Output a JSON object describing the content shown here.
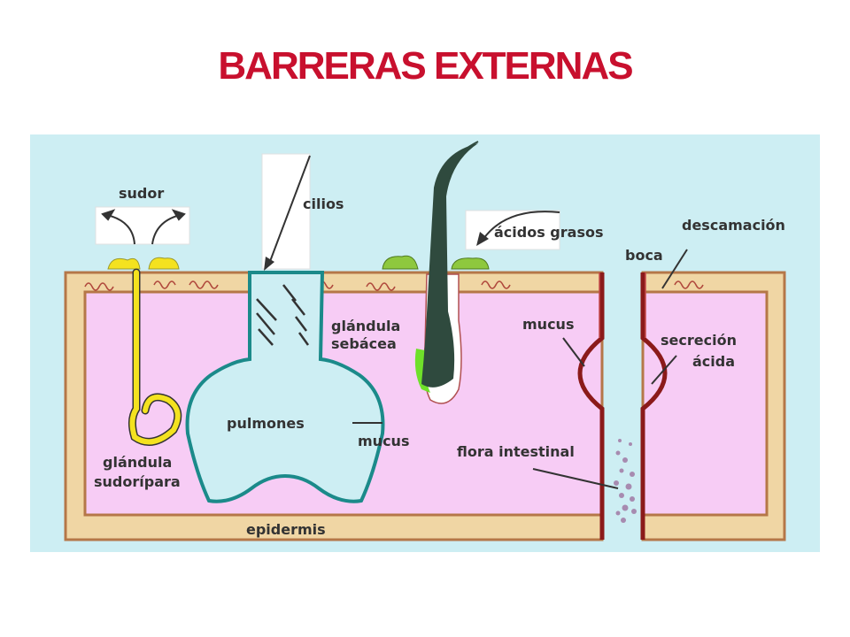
{
  "title": "BARRERAS EXTERNAS",
  "colors": {
    "title": "#c8102e",
    "background": "#cdeef3",
    "epidermis": "#f0d6a4",
    "epidermis_border": "#b57748",
    "tissue": "#f7ccf5",
    "lung": "#cdeef3",
    "lung_outline": "#1b8a8a",
    "sweat_gland": "#f4e21f",
    "sebaceous": "#8ec83e",
    "hair": "#2f4a3e",
    "gut_wall": "#8b1a1a",
    "flora": "#a78bb0"
  },
  "labels": {
    "sudor": "sudor",
    "cilios": "cilios",
    "acidos_grasos": "ácidos grasos",
    "descamacion": "descamación",
    "boca": "boca",
    "glandula_sebacea_1": "glándula",
    "glandula_sebacea_2": "sebácea",
    "mucus_gut": "mucus",
    "secrecion_1": "secreción",
    "secrecion_2": "ácida",
    "pulmones": "pulmones",
    "mucus_lung": "mucus",
    "flora_intestinal": "flora intestinal",
    "glandula_sudoripara_1": "glándula",
    "glandula_sudoripara_2": "sudorípara",
    "epidermis": "epidermis"
  }
}
